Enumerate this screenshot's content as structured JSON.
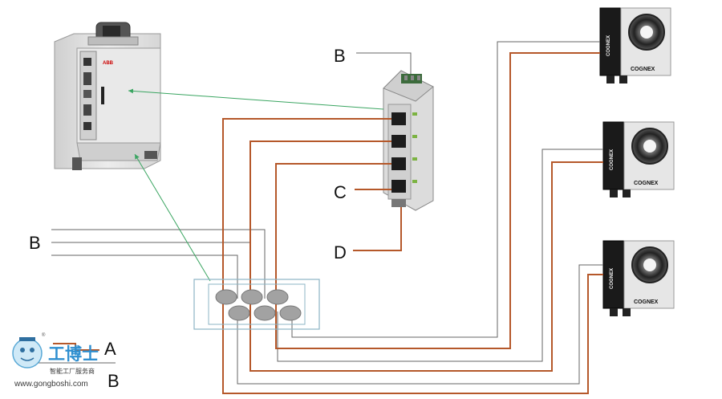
{
  "labels": {
    "switch_top": "B",
    "port_label": "C",
    "power_label": "D",
    "left_input": "B",
    "legend_a": "A",
    "legend_b": "B"
  },
  "camera_brand": "COGNEX",
  "robot_controller_brand": "ABB",
  "watermark": {
    "logo_text": "工博士",
    "tagline": "智能工厂服务商",
    "url": "www.gongboshi.com",
    "registered": "®"
  },
  "colors": {
    "ethernet_cable": "#b5582a",
    "signal_wire": "#666666",
    "link_arrow": "#3aa561",
    "junction_box": "#8cb4c4"
  }
}
